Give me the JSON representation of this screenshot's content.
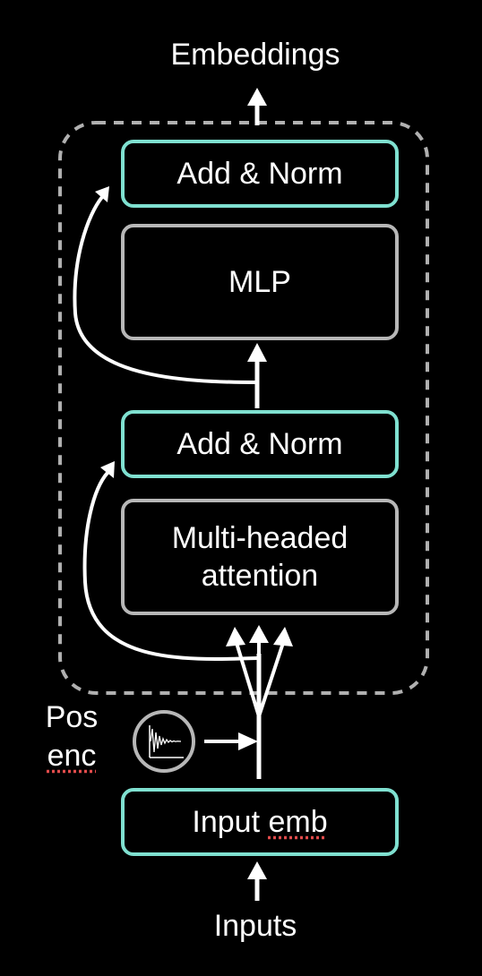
{
  "diagram": {
    "output_label": "Embeddings",
    "input_label": "Inputs",
    "positional_encoding_label": [
      "Pos",
      "enc"
    ],
    "blocks": {
      "add_norm_top": "Add & Norm",
      "mlp": "MLP",
      "add_norm_mid": "Add & Norm",
      "attention_line1": "Multi-headed",
      "attention_line2": "attention",
      "input_emb_prefix": "Input ",
      "input_emb_word": "emb"
    },
    "colors": {
      "background": "#000000",
      "accent_border": "#7fe0d0",
      "neutral_border": "#b7b7b7",
      "dashed_container": "#b0b0b0",
      "arrows": "#ffffff"
    },
    "icons": [
      "sine-wave-icon",
      "arrow-up-icon"
    ]
  }
}
